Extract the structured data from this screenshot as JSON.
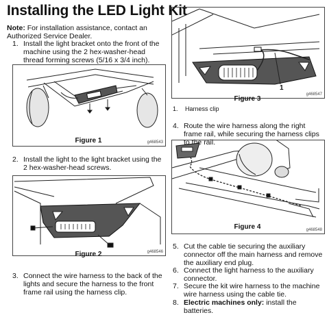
{
  "title": "Installing the LED Light Kit",
  "note": {
    "label": "Note:",
    "text": "For installation assistance, contact an Authorized Service Dealer."
  },
  "steps": [
    {
      "num": "1.",
      "text": "Install the light bracket onto the front of the machine using the 2 hex-washer-head thread forming screws (5/16 x 3/4 inch)."
    },
    {
      "num": "2.",
      "text": "Install the light to the light bracket using the 2 hex-washer-head screws."
    },
    {
      "num": "3.",
      "text": "Connect the wire harness to the back of the lights and secure the harness to the front frame rail using the harness clip."
    },
    {
      "num": "4.",
      "text": "Route the wire harness along the right frame rail, while securing the harness clips to the rail."
    },
    {
      "num": "5.",
      "text": "Cut the cable tie securing the auxiliary connector off the main harness and remove the auxiliary end plug."
    },
    {
      "num": "6.",
      "text": "Connect the light harness to the auxiliary connector."
    },
    {
      "num": "7.",
      "text": "Secure the kit wire harness to the machine wire harness using the cable tie."
    },
    {
      "num": "8.",
      "bold": "Electric machines only:",
      "text": " install the batteries."
    }
  ],
  "figures": {
    "fig1": {
      "caption": "Figure 1",
      "part": "g468543"
    },
    "fig2": {
      "caption": "Figure 2",
      "part": "g468546"
    },
    "fig3": {
      "caption": "Figure 3",
      "part": "g468547",
      "callout": "1"
    },
    "fig4": {
      "caption": "Figure 4",
      "part": "g468548"
    }
  },
  "legend": {
    "num": "1.",
    "text": "Harness clip"
  }
}
